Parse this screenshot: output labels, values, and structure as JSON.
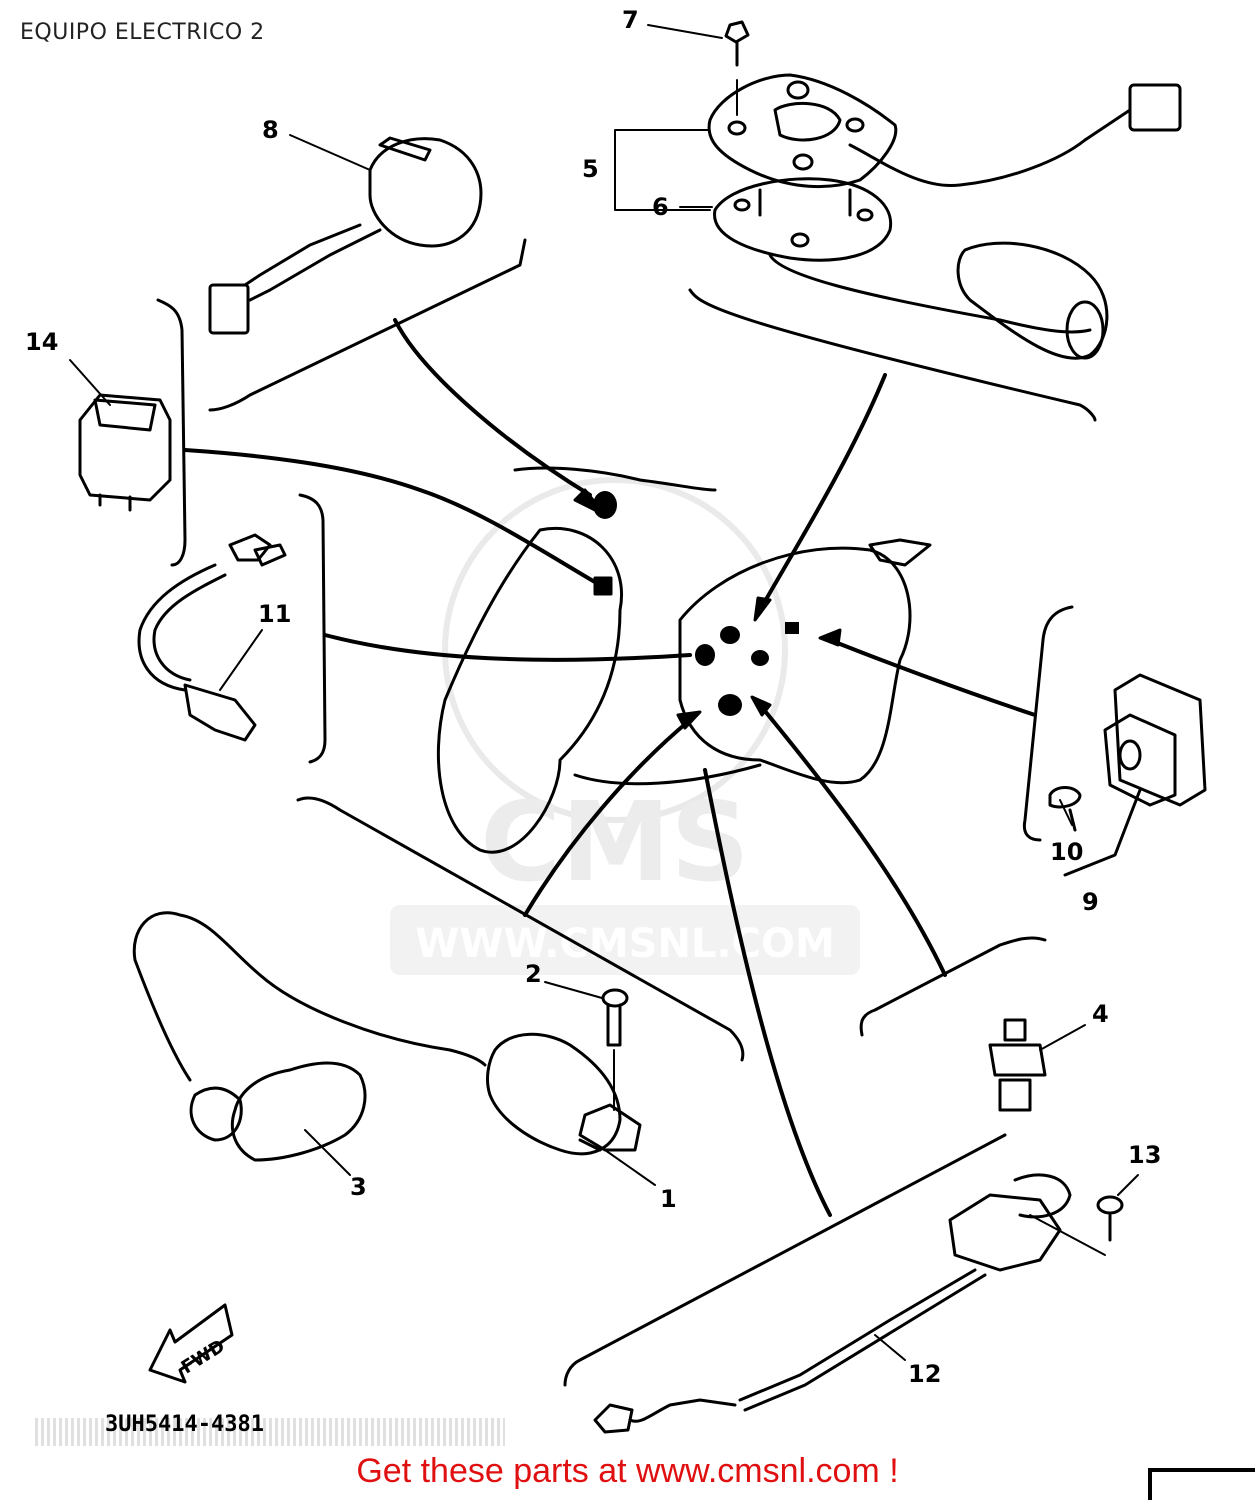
{
  "header": {
    "title": "EQUIPO ELECTRICO 2"
  },
  "watermark": {
    "brand": "CMS",
    "url": "WWW.CMSNL.COM"
  },
  "diagram": {
    "fwd_arrow_label": "FWD",
    "part_code": "3UH5414-4381",
    "callouts": [
      "1",
      "2",
      "3",
      "4",
      "5",
      "6",
      "7",
      "8",
      "9",
      "10",
      "11",
      "12",
      "13",
      "14"
    ]
  },
  "footer": {
    "cta": "Get these parts at www.cmsnl.com !"
  }
}
